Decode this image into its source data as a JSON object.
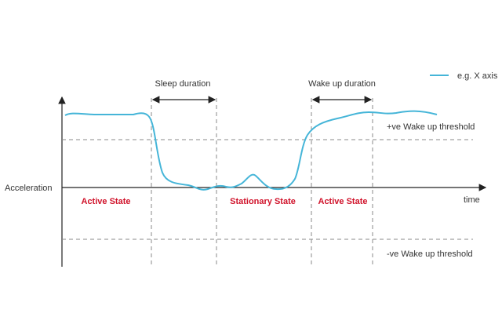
{
  "legend": {
    "label": "e.g. X axis",
    "color": "#45b5d8"
  },
  "axes": {
    "y_label": "Acceleration",
    "x_label": "time"
  },
  "durations": {
    "sleep": "Sleep duration",
    "wake": "Wake up duration"
  },
  "thresholds": {
    "positive": "+ve Wake up threshold",
    "negative": "-ve Wake up threshold"
  },
  "states": {
    "active_1": "Active State",
    "stationary": "Stationary State",
    "active_2": "Active State",
    "color": "#d0122a"
  }
}
